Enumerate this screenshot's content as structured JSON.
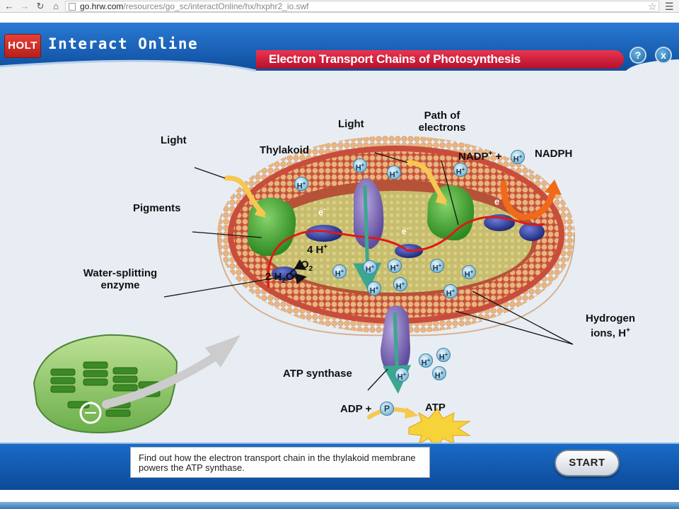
{
  "browser": {
    "url_domain": "go.hrw.com",
    "url_path": "/resources/go_sc/interactOnline/hx/hxphr2_io.swf",
    "icons": [
      "back-icon",
      "forward-icon",
      "reload-icon",
      "home-icon",
      "page-icon",
      "star-icon",
      "menu-icon"
    ]
  },
  "header": {
    "logo": "HOLT",
    "brand": "Interact Online",
    "title": "Electron Transport Chains of Photosynthesis",
    "help_label": "?",
    "close_label": "x"
  },
  "diagram": {
    "light_left": "Light",
    "light_top": "Light",
    "thylakoid": "Thylakoid",
    "path_of_electrons_1": "Path of",
    "path_of_electrons_2": "electrons",
    "nadp": "NADP",
    "plus": "+",
    "nadph": "NADPH",
    "pigments": "Pigments",
    "water_splitting_1": "Water-splitting",
    "water_splitting_2": "enzyme",
    "four_h": "4 H",
    "o2": "O",
    "two_h2o": "2 H",
    "two_h2o_tail": "O",
    "hydrogen_1": "Hydrogen",
    "hydrogen_2": "ions, H",
    "atp_synthase": "ATP synthase",
    "adp": "ADP +",
    "p": "P",
    "atp": "ATP",
    "h_ion": "H",
    "electron": "e",
    "superscript_plus": "+",
    "superscript_minus": "-",
    "subscript_2": "2"
  },
  "footer": {
    "instruction": "Find out how the electron transport chain in the thylakoid membrane powers the ATP synthase.",
    "start_label": "START"
  },
  "colors": {
    "header_blue": "#1560b8",
    "title_red": "#d42440",
    "membrane_orange": "#e8a86c",
    "membrane_red": "#c8453a",
    "stroma_green": "#c9c17a",
    "pigment_green": "#4fae3a",
    "electron_blue": "#3a4aa8",
    "atp_yellow": "#f7d33a",
    "path_red": "#e01818",
    "nadph_arrow": "#f06a1a"
  }
}
